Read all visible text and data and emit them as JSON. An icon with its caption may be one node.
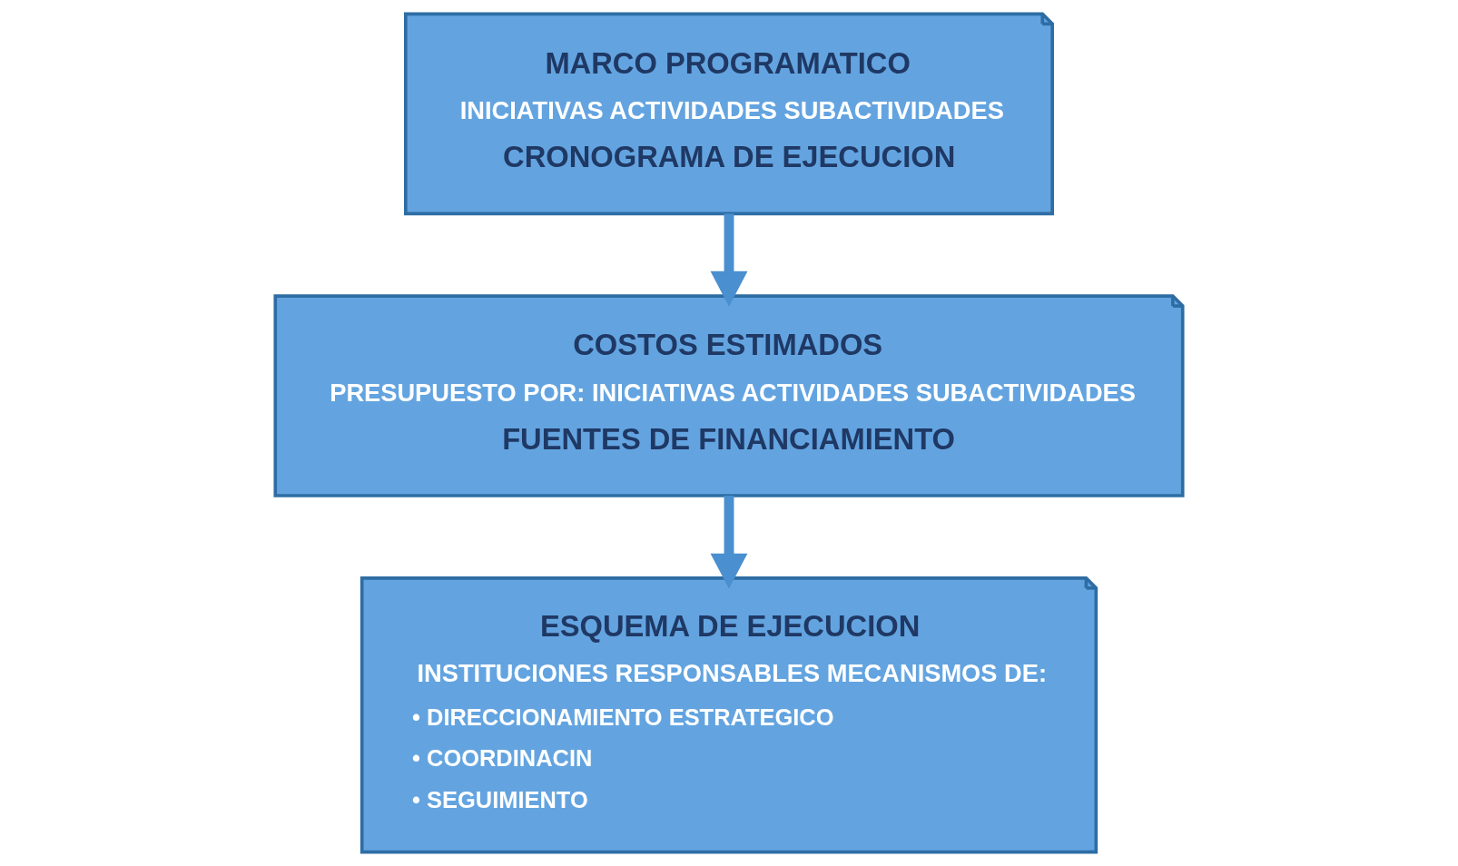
{
  "diagram": {
    "nodes": [
      {
        "text": [
          "MARCO PROGRAMATICO",
          "INICIATIVAS ACTIVIDADES SUBACTIVIDADES",
          "CRONOGRAMA DE EJECUCION"
        ]
      },
      {
        "text": [
          "COSTOS ESTIMADOS",
          "PRESUPUESTO POR: INICIATIVAS ACTIVIDADES SUBACTIVIDADES",
          "FUENTES DE FINANCIAMIENTO"
        ]
      },
      {
        "text": [
          "ESQUEMA DE EJECUCION",
          "INSTITUCIONES RESPONSABLES MECANISMOS DE:",
          "• DIRECCIONAMIENTO ESTRATEGICO",
          "• COORDINACIN",
          "• SEGUIMIENTO"
        ]
      }
    ],
    "edges": [
      {
        "from": 0,
        "to": 1,
        "arrow": "to"
      },
      {
        "from": 1,
        "to": 2,
        "arrow": "to"
      }
    ]
  }
}
